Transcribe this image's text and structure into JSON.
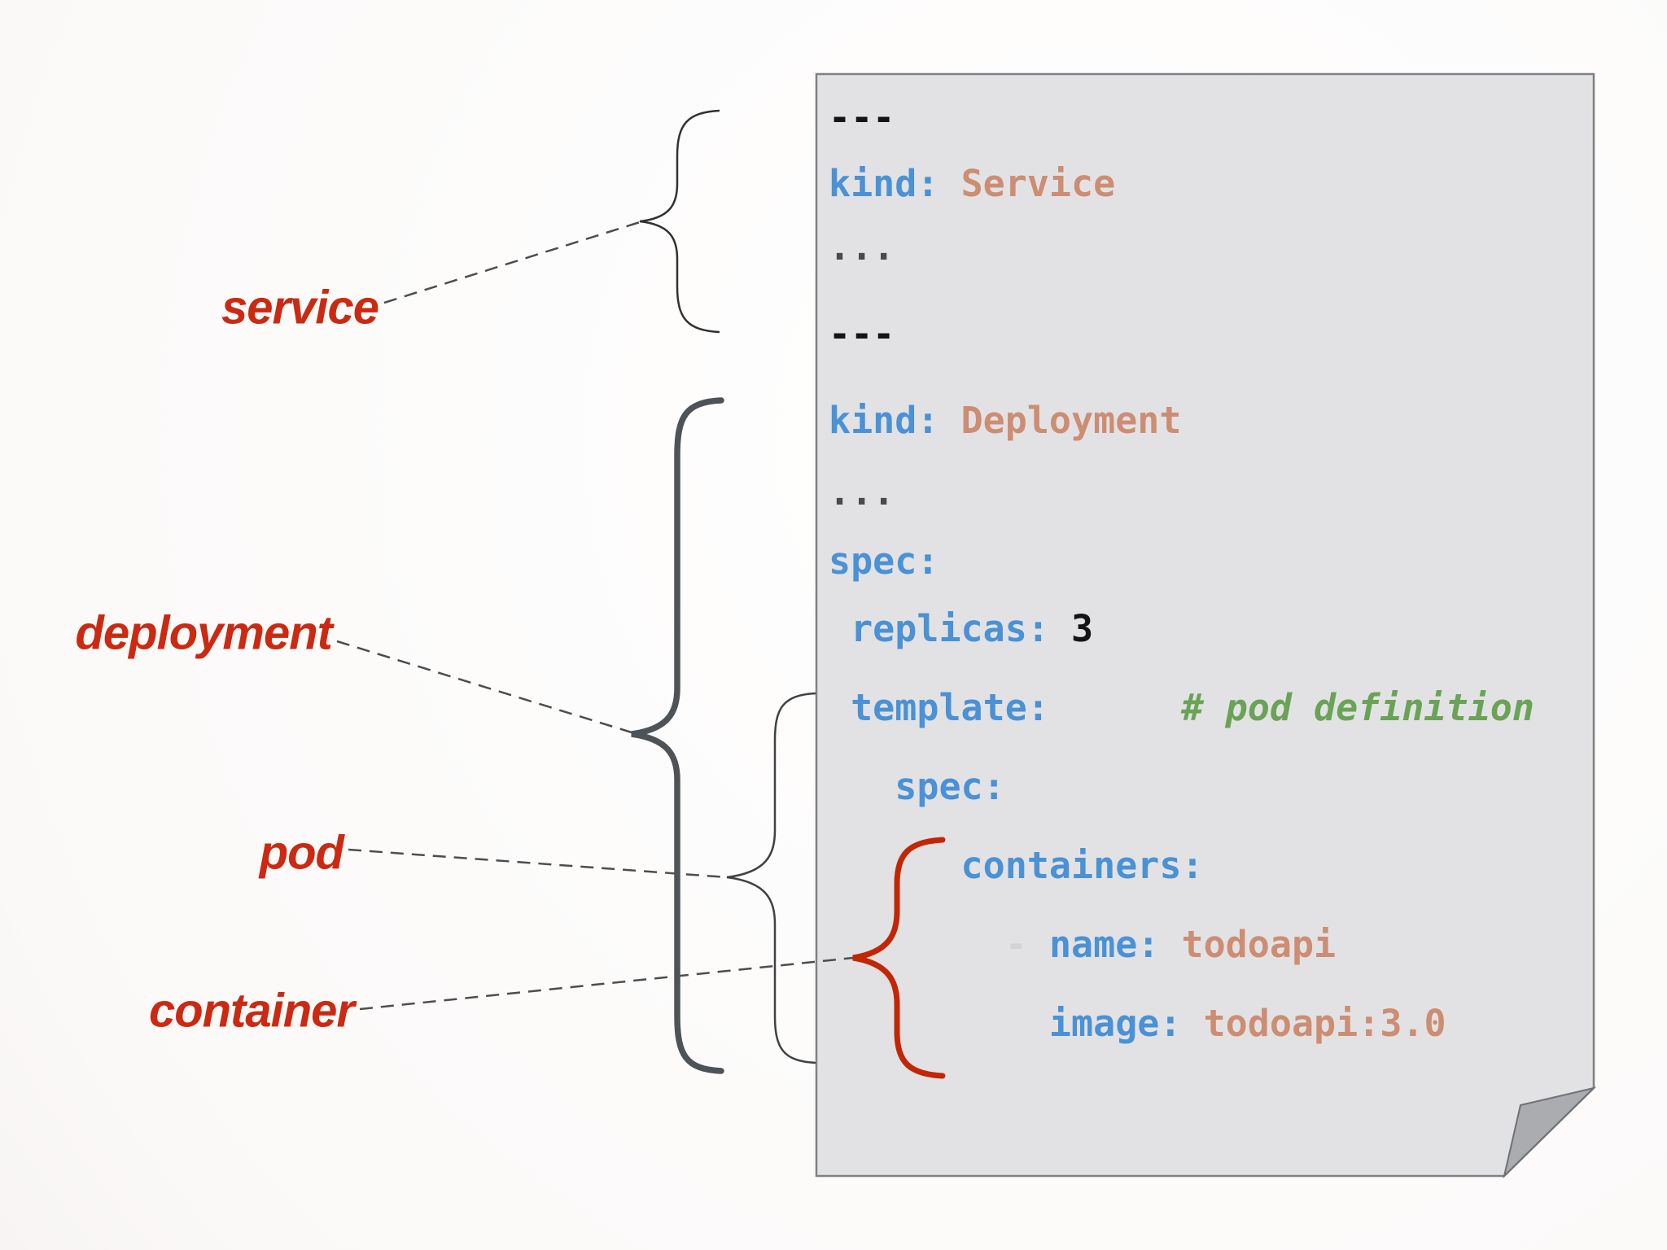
{
  "colors": {
    "key_blue": "#4a91d6",
    "value_salmon": "#cd8d72",
    "comment_green": "#69a356",
    "label_red": "#cc2912",
    "brace_red": "#c32605",
    "brace_dark": "#4e5358",
    "brace_thin": "#303234",
    "dash_gray": "#d2d3d6",
    "document_bg": "#e2e2e4",
    "document_border": "#7e8084",
    "fold_fill": "#aaacb0",
    "connector_gray": "#4d4d4d"
  },
  "annotations": [
    {
      "id": "service",
      "text": "service"
    },
    {
      "id": "deployment",
      "text": "deployment"
    },
    {
      "id": "pod",
      "text": "pod"
    },
    {
      "id": "container",
      "text": "container"
    }
  ],
  "document": {
    "kind_values": [
      "Service",
      "Deployment"
    ],
    "lines": [
      {
        "segments": [
          {
            "text": "---",
            "style": "plain"
          }
        ]
      },
      {
        "segments": [
          {
            "text": "kind: ",
            "style": "key"
          },
          {
            "text": "Service",
            "style": "value"
          }
        ]
      },
      {
        "segments": [
          {
            "text": "...",
            "style": "muted"
          }
        ]
      },
      {
        "segments": [
          {
            "text": "---",
            "style": "plain"
          }
        ]
      },
      {
        "segments": [
          {
            "text": "kind: ",
            "style": "key"
          },
          {
            "text": "Deployment",
            "style": "value"
          }
        ]
      },
      {
        "segments": [
          {
            "text": "...",
            "style": "muted"
          }
        ]
      },
      {
        "segments": [
          {
            "text": "spec:",
            "style": "key"
          }
        ]
      },
      {
        "segments": [
          {
            "text": " replicas: ",
            "style": "key"
          },
          {
            "text": "3",
            "style": "plain"
          }
        ]
      },
      {
        "segments": [
          {
            "text": " template:",
            "style": "key"
          },
          {
            "text": "      # pod definition",
            "style": "comment"
          }
        ]
      },
      {
        "segments": [
          {
            "text": "   spec:",
            "style": "key"
          }
        ]
      },
      {
        "segments": [
          {
            "text": "      containers:",
            "style": "key"
          }
        ]
      },
      {
        "segments": [
          {
            "text": "        - ",
            "style": "dash"
          },
          {
            "text": "name: ",
            "style": "key"
          },
          {
            "text": "todoapi",
            "style": "value"
          }
        ]
      },
      {
        "segments": [
          {
            "text": "          image: ",
            "style": "key"
          },
          {
            "text": "todoapi:3.0",
            "style": "value"
          }
        ]
      }
    ]
  }
}
